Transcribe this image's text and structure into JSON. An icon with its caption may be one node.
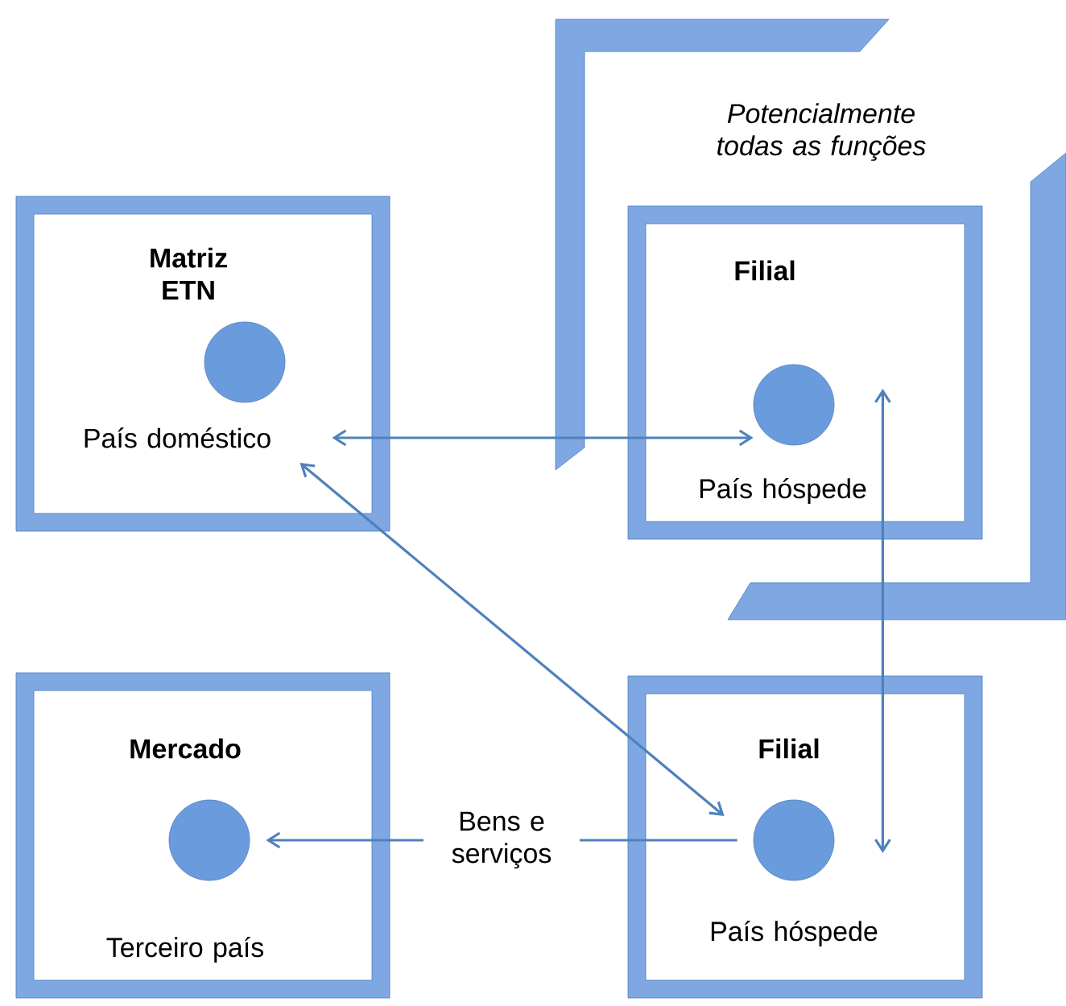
{
  "diagram": {
    "nodes": [
      {
        "text": [
          "Matriz ETN",
          "País doméstico"
        ]
      },
      {
        "text": [],
        "shape": "circle",
        "in": 0
      },
      {
        "text": [
          "Filial",
          "País hóspede"
        ]
      },
      {
        "text": [],
        "shape": "circle",
        "in": 2
      },
      {
        "text": [
          "Mercado",
          "Terceiro país"
        ]
      },
      {
        "text": [],
        "shape": "circle",
        "in": 4
      },
      {
        "text": [
          "Filial",
          "País hóspede"
        ]
      },
      {
        "text": [],
        "shape": "circle",
        "in": 6
      }
    ],
    "edges": [
      {
        "from": 0,
        "to": 3,
        "arrow": "both"
      },
      {
        "from": 0,
        "to": 7,
        "arrow": "both"
      },
      {
        "from": 3,
        "to": 7,
        "arrow": "both"
      },
      {
        "from": 7,
        "to": 5,
        "arrow": "to",
        "label": "Bens e serviços"
      }
    ],
    "labels": [
      "Potencialmente todas as funções"
    ]
  }
}
